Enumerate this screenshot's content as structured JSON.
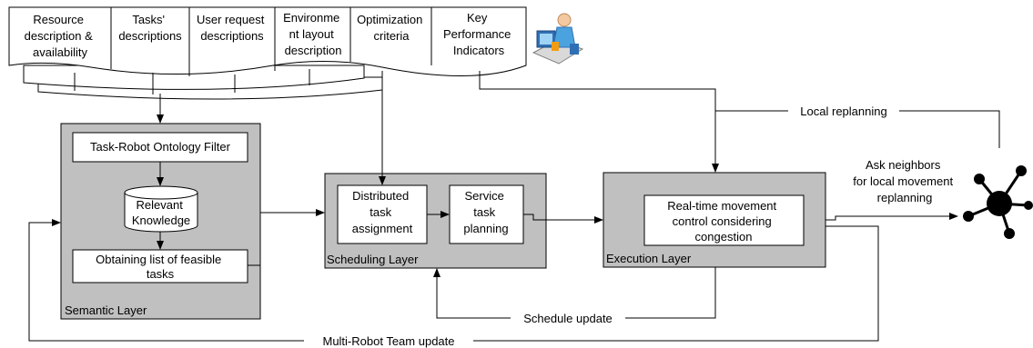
{
  "documents": [
    {
      "lines": [
        "Resource",
        "description &",
        "availability"
      ]
    },
    {
      "lines": [
        "Tasks'",
        "descriptions"
      ]
    },
    {
      "lines": [
        "User request",
        "descriptions"
      ]
    },
    {
      "lines": [
        "Environme",
        "nt layout",
        "description"
      ]
    },
    {
      "lines": [
        "Optimization",
        "criteria"
      ]
    },
    {
      "lines": [
        "Key",
        "Performance",
        "Indicators"
      ]
    }
  ],
  "layers": {
    "semantic": {
      "title": "Semantic Layer"
    },
    "scheduling": {
      "title": "Scheduling Layer"
    },
    "execution": {
      "title": "Execution Layer"
    }
  },
  "boxes": {
    "ontology_filter": {
      "lines": [
        "Task-Robot Ontology Filter"
      ]
    },
    "relevant_knowledge": {
      "lines": [
        "Relevant",
        "Knowledge"
      ]
    },
    "feasible_tasks": {
      "lines": [
        "Obtaining list of feasible",
        "tasks"
      ]
    },
    "distributed_assignment": {
      "lines": [
        "Distributed",
        "task",
        "assignment"
      ]
    },
    "service_planning": {
      "lines": [
        "Service",
        "task",
        "planning"
      ]
    },
    "realtime_control": {
      "lines": [
        "Real-time movement",
        "control considering",
        "congestion"
      ]
    }
  },
  "edge_labels": {
    "local_replanning": "Local replanning",
    "ask_neighbors": [
      "Ask neighbors",
      "for local movement",
      "replanning"
    ],
    "schedule_update": "Schedule update",
    "team_update": "Multi-Robot Team update"
  },
  "icons": {
    "operator": "operator-at-computer-icon",
    "network": "robot-network-icon"
  },
  "colors": {
    "layer_fill": "#c0c0c0",
    "box_fill": "#ffffff",
    "stroke": "#000000",
    "operator_blue": "#2f6fb5",
    "operator_shirt": "#4aa3df",
    "operator_skin": "#f2c9a0",
    "operator_orange": "#f39c12"
  }
}
